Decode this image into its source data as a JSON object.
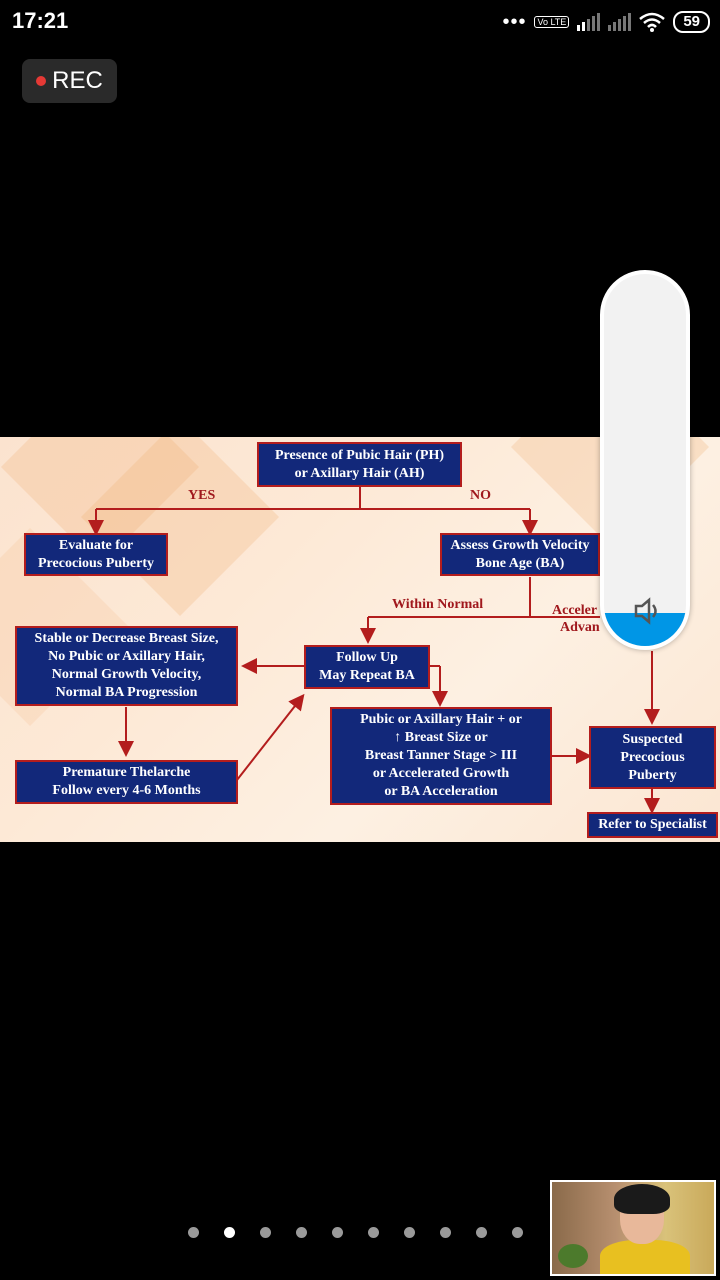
{
  "status_bar": {
    "time": "17:21",
    "dots": "•••",
    "volte": "Vo LTE",
    "battery": "59"
  },
  "recording": {
    "label": "REC",
    "color": "#e53935"
  },
  "flowchart": {
    "top": "Presence of Pubic Hair (PH)\nor Axillary Hair (AH)",
    "yes_label": "YES",
    "no_label": "NO",
    "evaluate": "Evaluate for\nPrecocious Puberty",
    "assess": "Assess Growth Velocity\nBone Age (BA)",
    "within_normal": "Within Normal",
    "accelerated": "Acceler",
    "advanced": "Advan",
    "stable": "Stable or Decrease Breast Size,\nNo Pubic or Axillary Hair,\nNormal Growth Velocity,\nNormal BA Progression",
    "follow_up": "Follow Up\nMay Repeat BA",
    "premature": "Premature Thelarche\nFollow every 4-6 Months",
    "pubic": "Pubic or Axillary Hair + or\n↑ Breast Size or\nBreast Tanner Stage > III\nor Accelerated Growth\nor BA Acceleration",
    "suspected": "Suspected\nPrecocious\nPuberty",
    "refer": "Refer to Specialist"
  },
  "volume": {
    "level": 0.09,
    "icon": "speaker-icon",
    "fill_color": "#0096e6"
  },
  "pager": {
    "count": 10,
    "active_index": 1
  },
  "video": {
    "icon": "presenter-video-thumbnail"
  }
}
